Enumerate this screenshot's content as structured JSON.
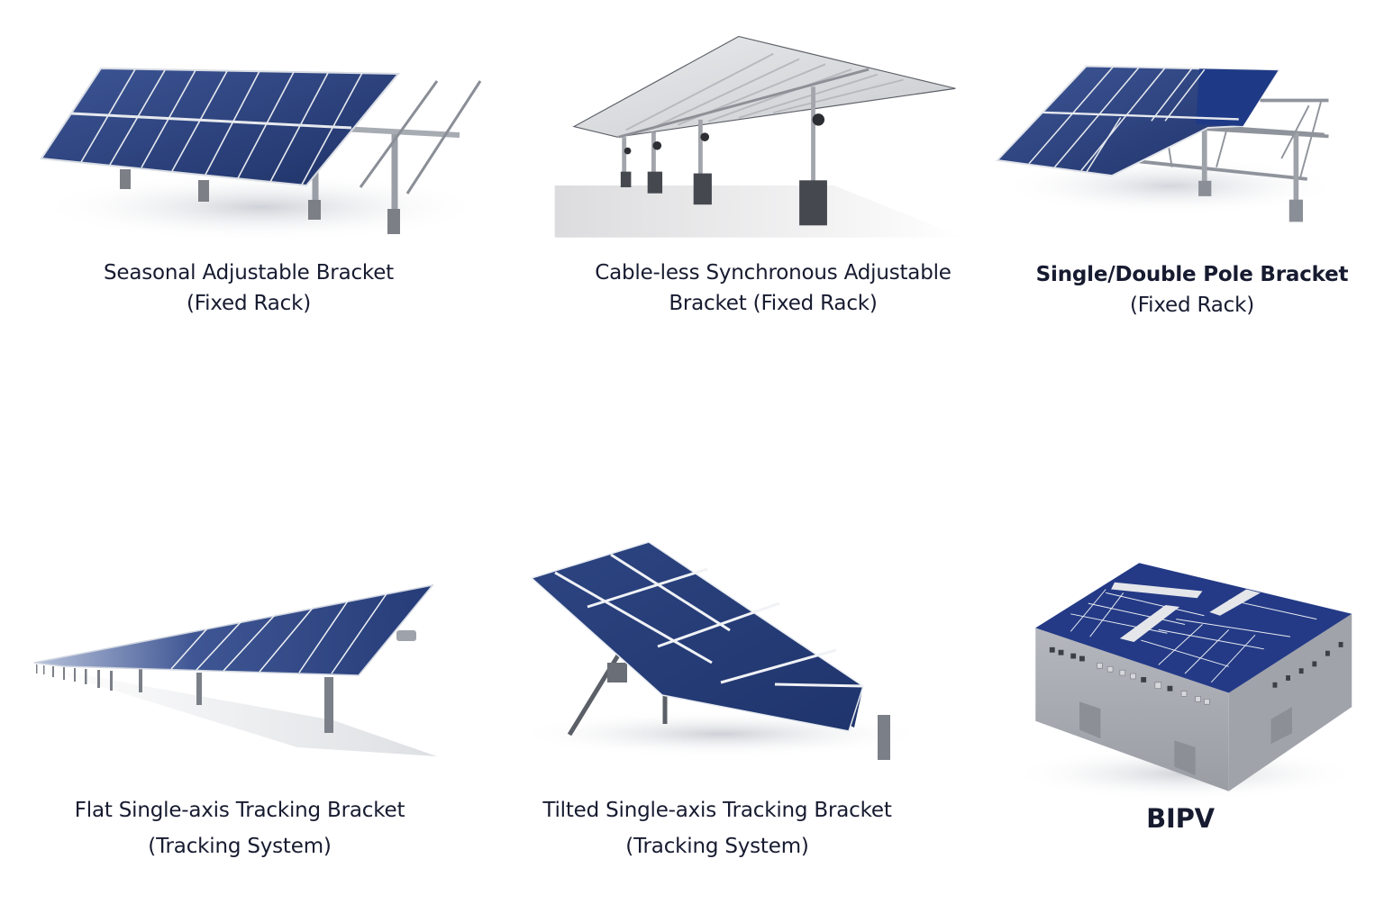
{
  "products": [
    {
      "id": "seasonal-adjustable",
      "title_line1": "Seasonal Adjustable Bracket",
      "title_line2": "(Fixed Rack)",
      "category": "Fixed Rack",
      "illustration": "ground-mounted-tilted-panel-array-icon"
    },
    {
      "id": "cable-less-synchronous",
      "title_line1": "Cable-less Synchronous Adjustable",
      "title_line2": "Bracket (Fixed Rack)",
      "category": "Fixed Rack",
      "illustration": "canopy-bracket-underside-icon"
    },
    {
      "id": "single-double-pole",
      "title_line1": "Single/Double Pole Bracket",
      "title_line2": "(Fixed Rack)",
      "category": "Fixed Rack",
      "illustration": "pole-mounted-panel-array-icon"
    },
    {
      "id": "flat-single-axis",
      "title_line1": "Flat Single-axis Tracking Bracket",
      "title_line2": "(Tracking System)",
      "category": "Tracking System",
      "illustration": "long-row-tracker-icon"
    },
    {
      "id": "tilted-single-axis",
      "title_line1": "Tilted Single-axis Tracking Bracket",
      "title_line2": "(Tracking System)",
      "category": "Tracking System",
      "illustration": "tilted-tracker-icon"
    },
    {
      "id": "bipv",
      "title_line1": "BIPV",
      "title_line2": "",
      "category": "",
      "illustration": "building-rooftop-solar-icon"
    }
  ],
  "colors": {
    "panel": "#233a72",
    "panel_light": "#3c5494",
    "frame": "#e8ecf2",
    "steel": "#8c9099",
    "base": "#6e7178",
    "text": "#171b30",
    "building": "#a9acb2"
  }
}
